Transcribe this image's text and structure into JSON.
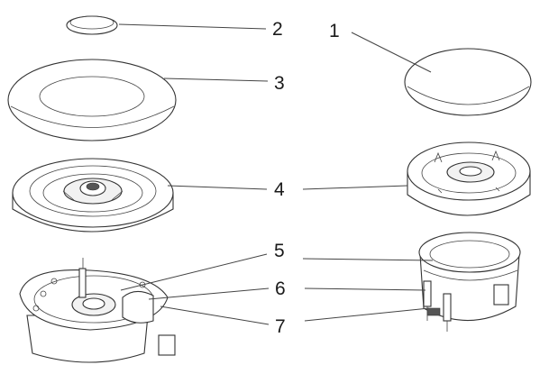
{
  "callouts": [
    {
      "id": "1",
      "label": "1"
    },
    {
      "id": "2",
      "label": "2"
    },
    {
      "id": "3",
      "label": "3"
    },
    {
      "id": "4",
      "label": "4"
    },
    {
      "id": "5",
      "label": "5"
    },
    {
      "id": "6",
      "label": "6"
    },
    {
      "id": "7",
      "label": "7"
    }
  ],
  "colors": {
    "line": "#333333",
    "fill": "#ffffff",
    "shade": "#f2f2f2"
  }
}
